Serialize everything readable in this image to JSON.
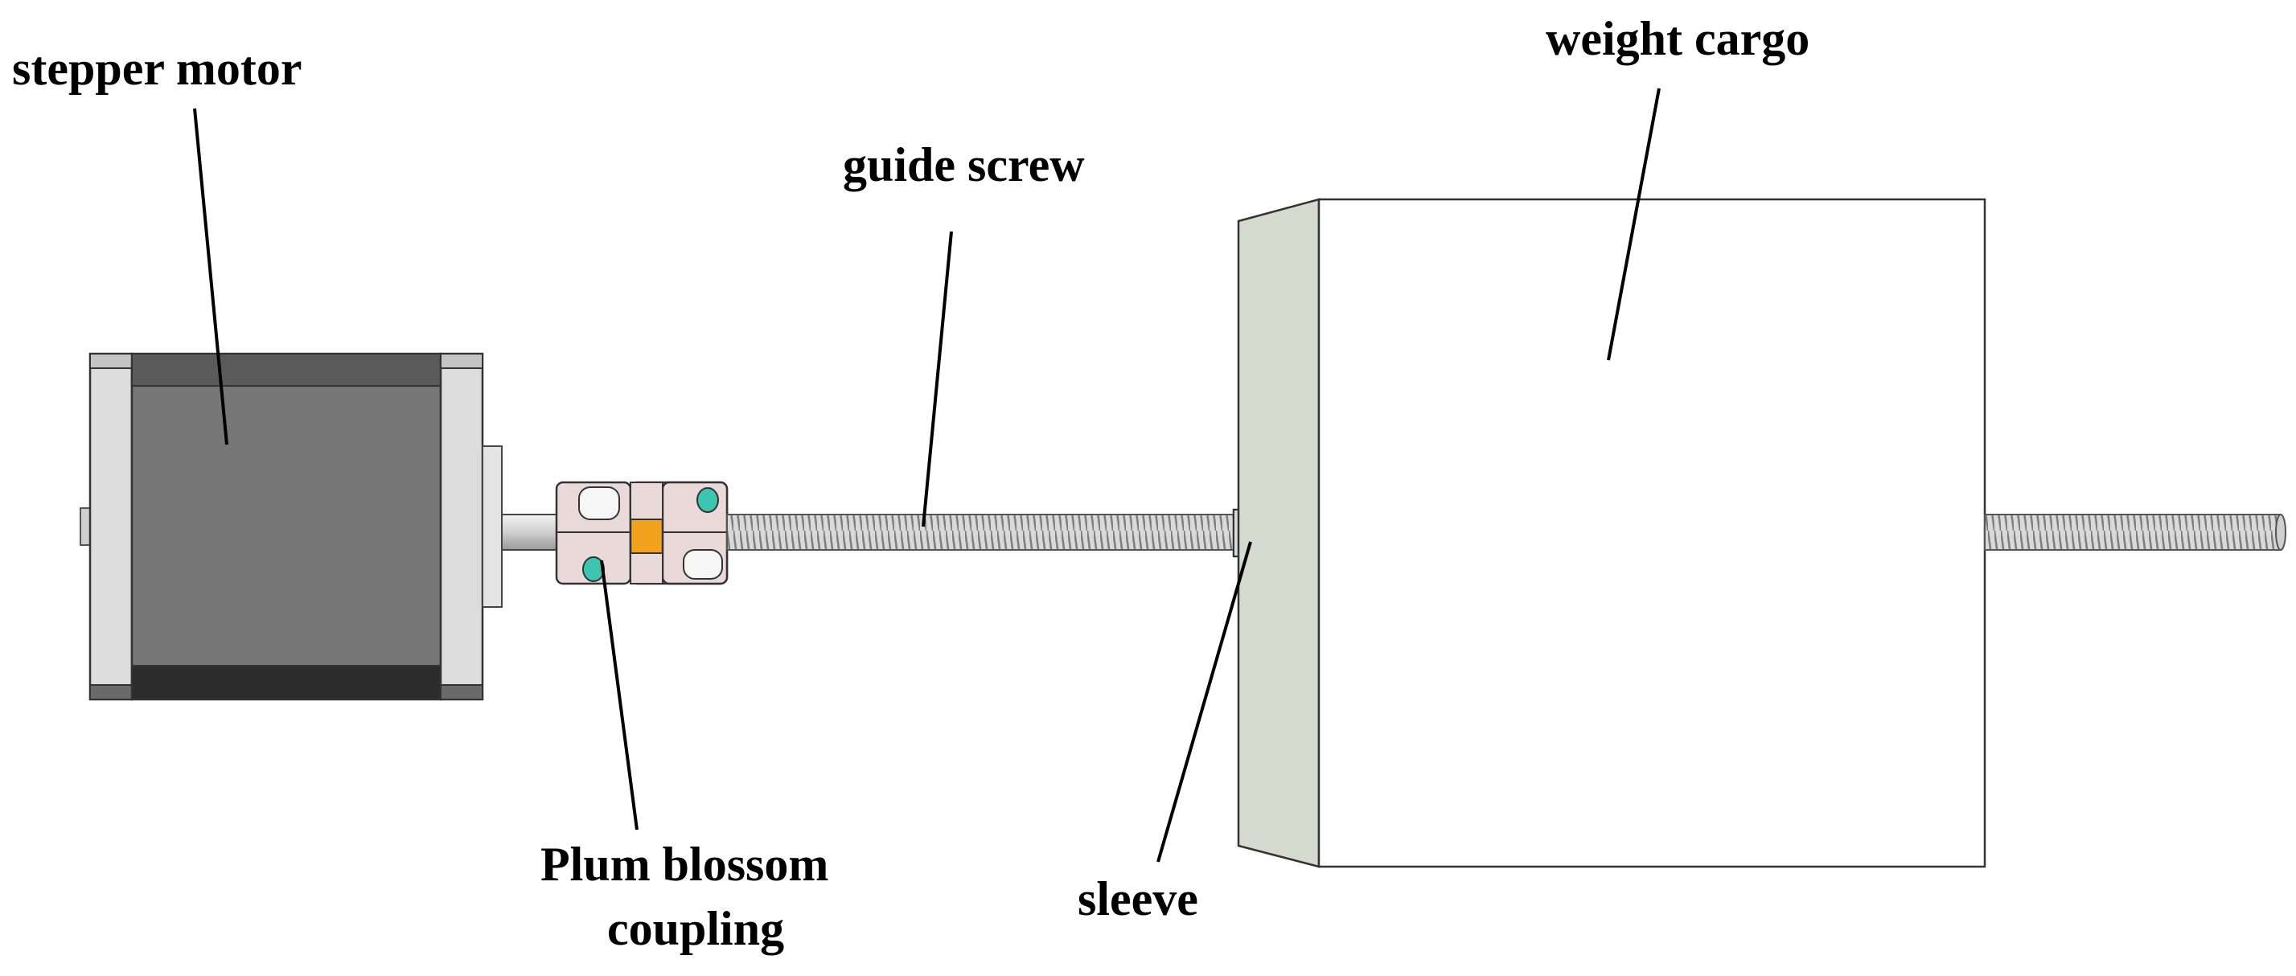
{
  "labels": {
    "stepper_motor": "stepper motor",
    "guide_screw": "guide screw",
    "weight_cargo": "weight cargo",
    "coupling_line1": "Plum blossom",
    "coupling_line2": "coupling",
    "sleeve": "sleeve"
  },
  "colors": {
    "motor_body": "#767676",
    "motor_body_dark": "#2a2a2a",
    "motor_end_cap": "#d8d8d8",
    "coupling_body": "#e7d6d6",
    "coupling_spider": "#f0a020",
    "coupling_screw": "#35c0b0",
    "screw_thread": "#b8b8b8",
    "cargo_side": "#d5dbd0",
    "cargo_front": "#ffffff",
    "leader_line": "#000000"
  }
}
